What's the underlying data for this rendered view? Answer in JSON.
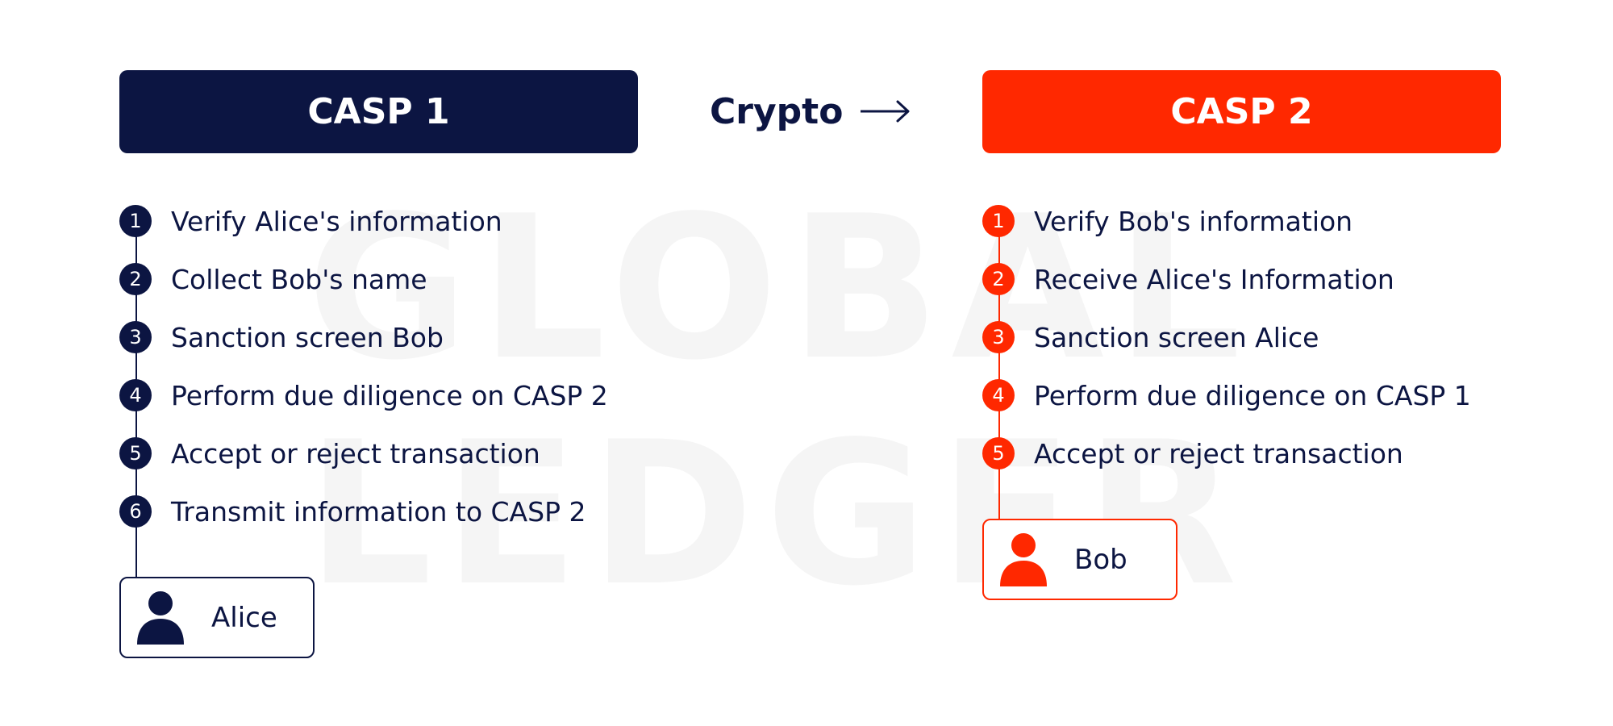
{
  "header": {
    "left_title": "CASP 1",
    "middle_label": "Crypto",
    "right_title": "CASP 2"
  },
  "colors": {
    "navy": "#0c1542",
    "red": "#ff2800"
  },
  "watermark": {
    "line1": "GLOBAL",
    "line2": "LEDGER"
  },
  "left_steps": [
    {
      "number": "1",
      "label": "Verify Alice's information"
    },
    {
      "number": "2",
      "label": "Collect Bob's name"
    },
    {
      "number": "3",
      "label": "Sanction screen Bob"
    },
    {
      "number": "4",
      "label": "Perform due diligence on CASP 2"
    },
    {
      "number": "5",
      "label": "Accept or reject transaction"
    },
    {
      "number": "6",
      "label": "Transmit information to CASP 2"
    }
  ],
  "right_steps": [
    {
      "number": "1",
      "label": "Verify Bob's information"
    },
    {
      "number": "2",
      "label": "Receive Alice's Information"
    },
    {
      "number": "3",
      "label": "Sanction screen Alice"
    },
    {
      "number": "4",
      "label": "Perform due diligence on CASP 1"
    },
    {
      "number": "5",
      "label": "Accept or reject transaction"
    }
  ],
  "left_person": {
    "name": "Alice",
    "icon": "person-icon"
  },
  "right_person": {
    "name": "Bob",
    "icon": "person-icon"
  },
  "arrow_icon": "arrow-right-icon"
}
